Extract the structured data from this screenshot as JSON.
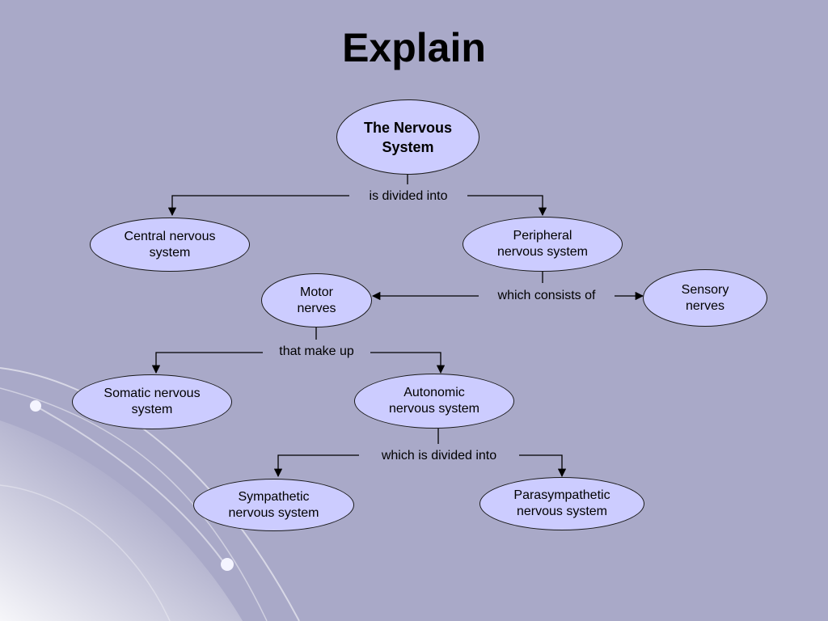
{
  "slide": {
    "title": "Explain",
    "background_color": "#a9a9c8",
    "node_fill": "#ccccff"
  },
  "nodes": {
    "nervous_system": "The Nervous\nSystem",
    "central": "Central nervous\nsystem",
    "peripheral": "Peripheral\nnervous system",
    "motor": "Motor\nnerves",
    "sensory": "Sensory\nnerves",
    "somatic": "Somatic nervous\nsystem",
    "autonomic": "Autonomic\nnervous system",
    "sympathetic": "Sympathetic\nnervous system",
    "parasympathetic": "Parasympathetic\nnervous system"
  },
  "links": {
    "is_divided_into": "is divided into",
    "which_consists_of": "which consists of",
    "that_make_up": "that make up",
    "which_is_divided_into": "which is divided into"
  }
}
